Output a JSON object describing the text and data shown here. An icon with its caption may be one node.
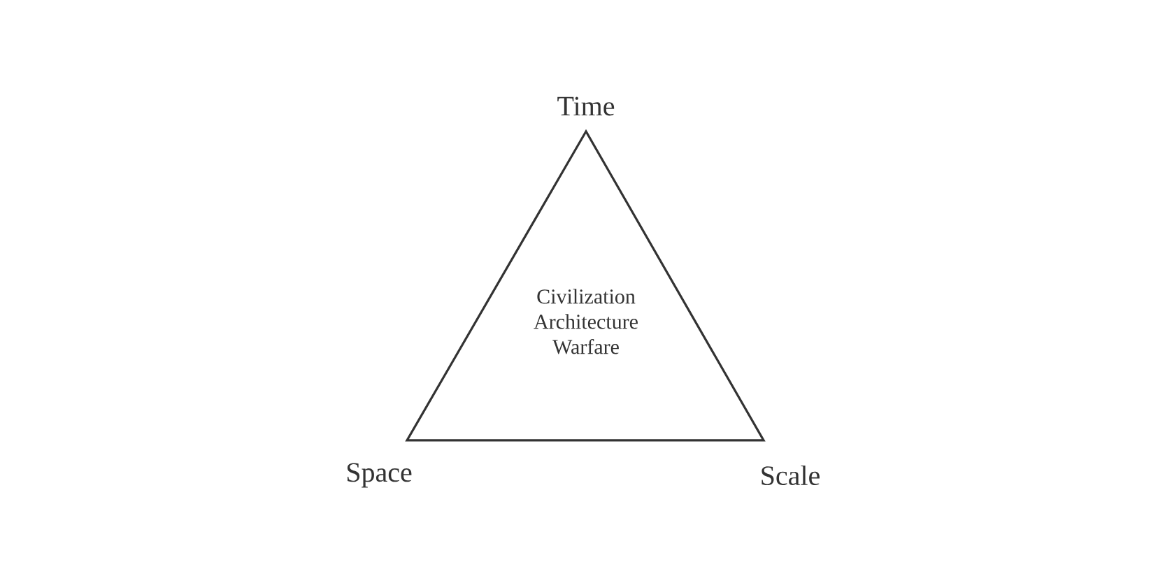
{
  "diagram": {
    "nodes": [
      {
        "text": [
          "Civilization Architecture Warfare"
        ]
      }
    ],
    "labels": [
      "Time",
      "Space",
      "Scale"
    ]
  }
}
